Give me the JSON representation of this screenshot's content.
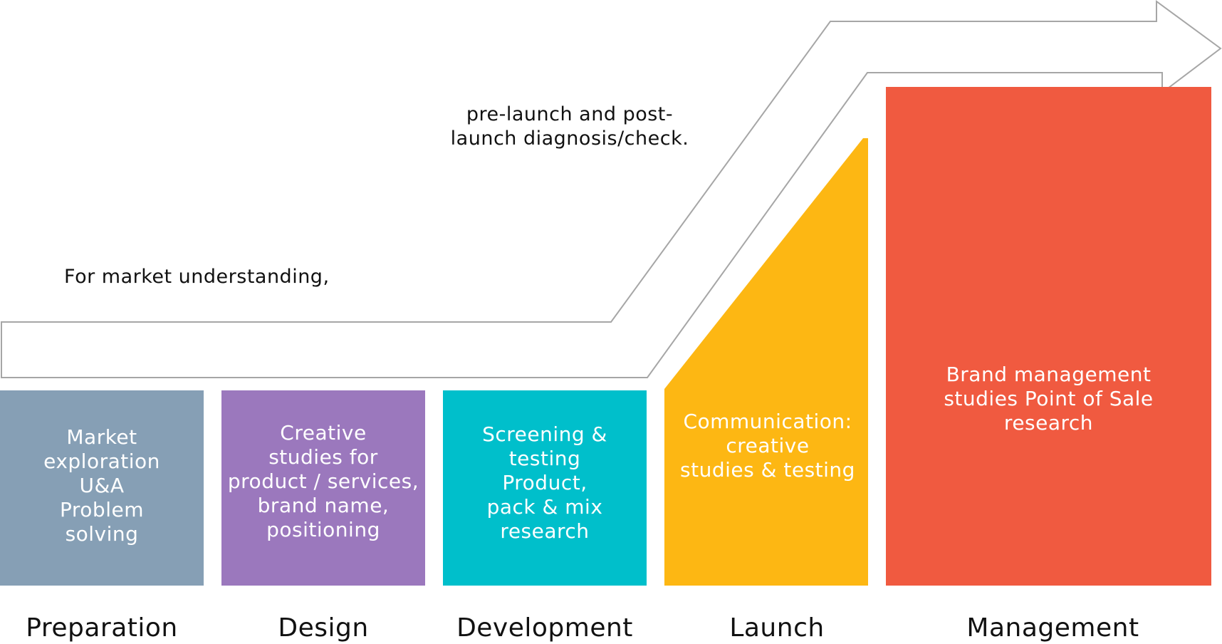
{
  "annotations": {
    "left": "For market understanding,",
    "right_lines": [
      "pre-launch and post-",
      "launch diagnosis/check."
    ]
  },
  "stages": [
    {
      "label": "Preparation",
      "color": "#869fb5",
      "lines": [
        "Market",
        "exploration",
        "U&A",
        "Problem",
        "solving"
      ]
    },
    {
      "label": "Design",
      "color": "#9b78bd",
      "lines": [
        "Creative",
        "studies for",
        "product / services,",
        "brand name,",
        "positioning"
      ]
    },
    {
      "label": "Development",
      "color": "#00bfcb",
      "lines": [
        "Screening &",
        "testing",
        "Product,",
        "pack & mix",
        "research"
      ]
    },
    {
      "label": "Launch",
      "color": "#fdb713",
      "lines": [
        "Communication:",
        "creative",
        "studies & testing"
      ]
    },
    {
      "label": "Management",
      "color": "#f05a40",
      "lines": [
        "Brand management",
        "studies Point of Sale",
        "research"
      ]
    }
  ],
  "arrow_outline_color": "#a6a6a6"
}
